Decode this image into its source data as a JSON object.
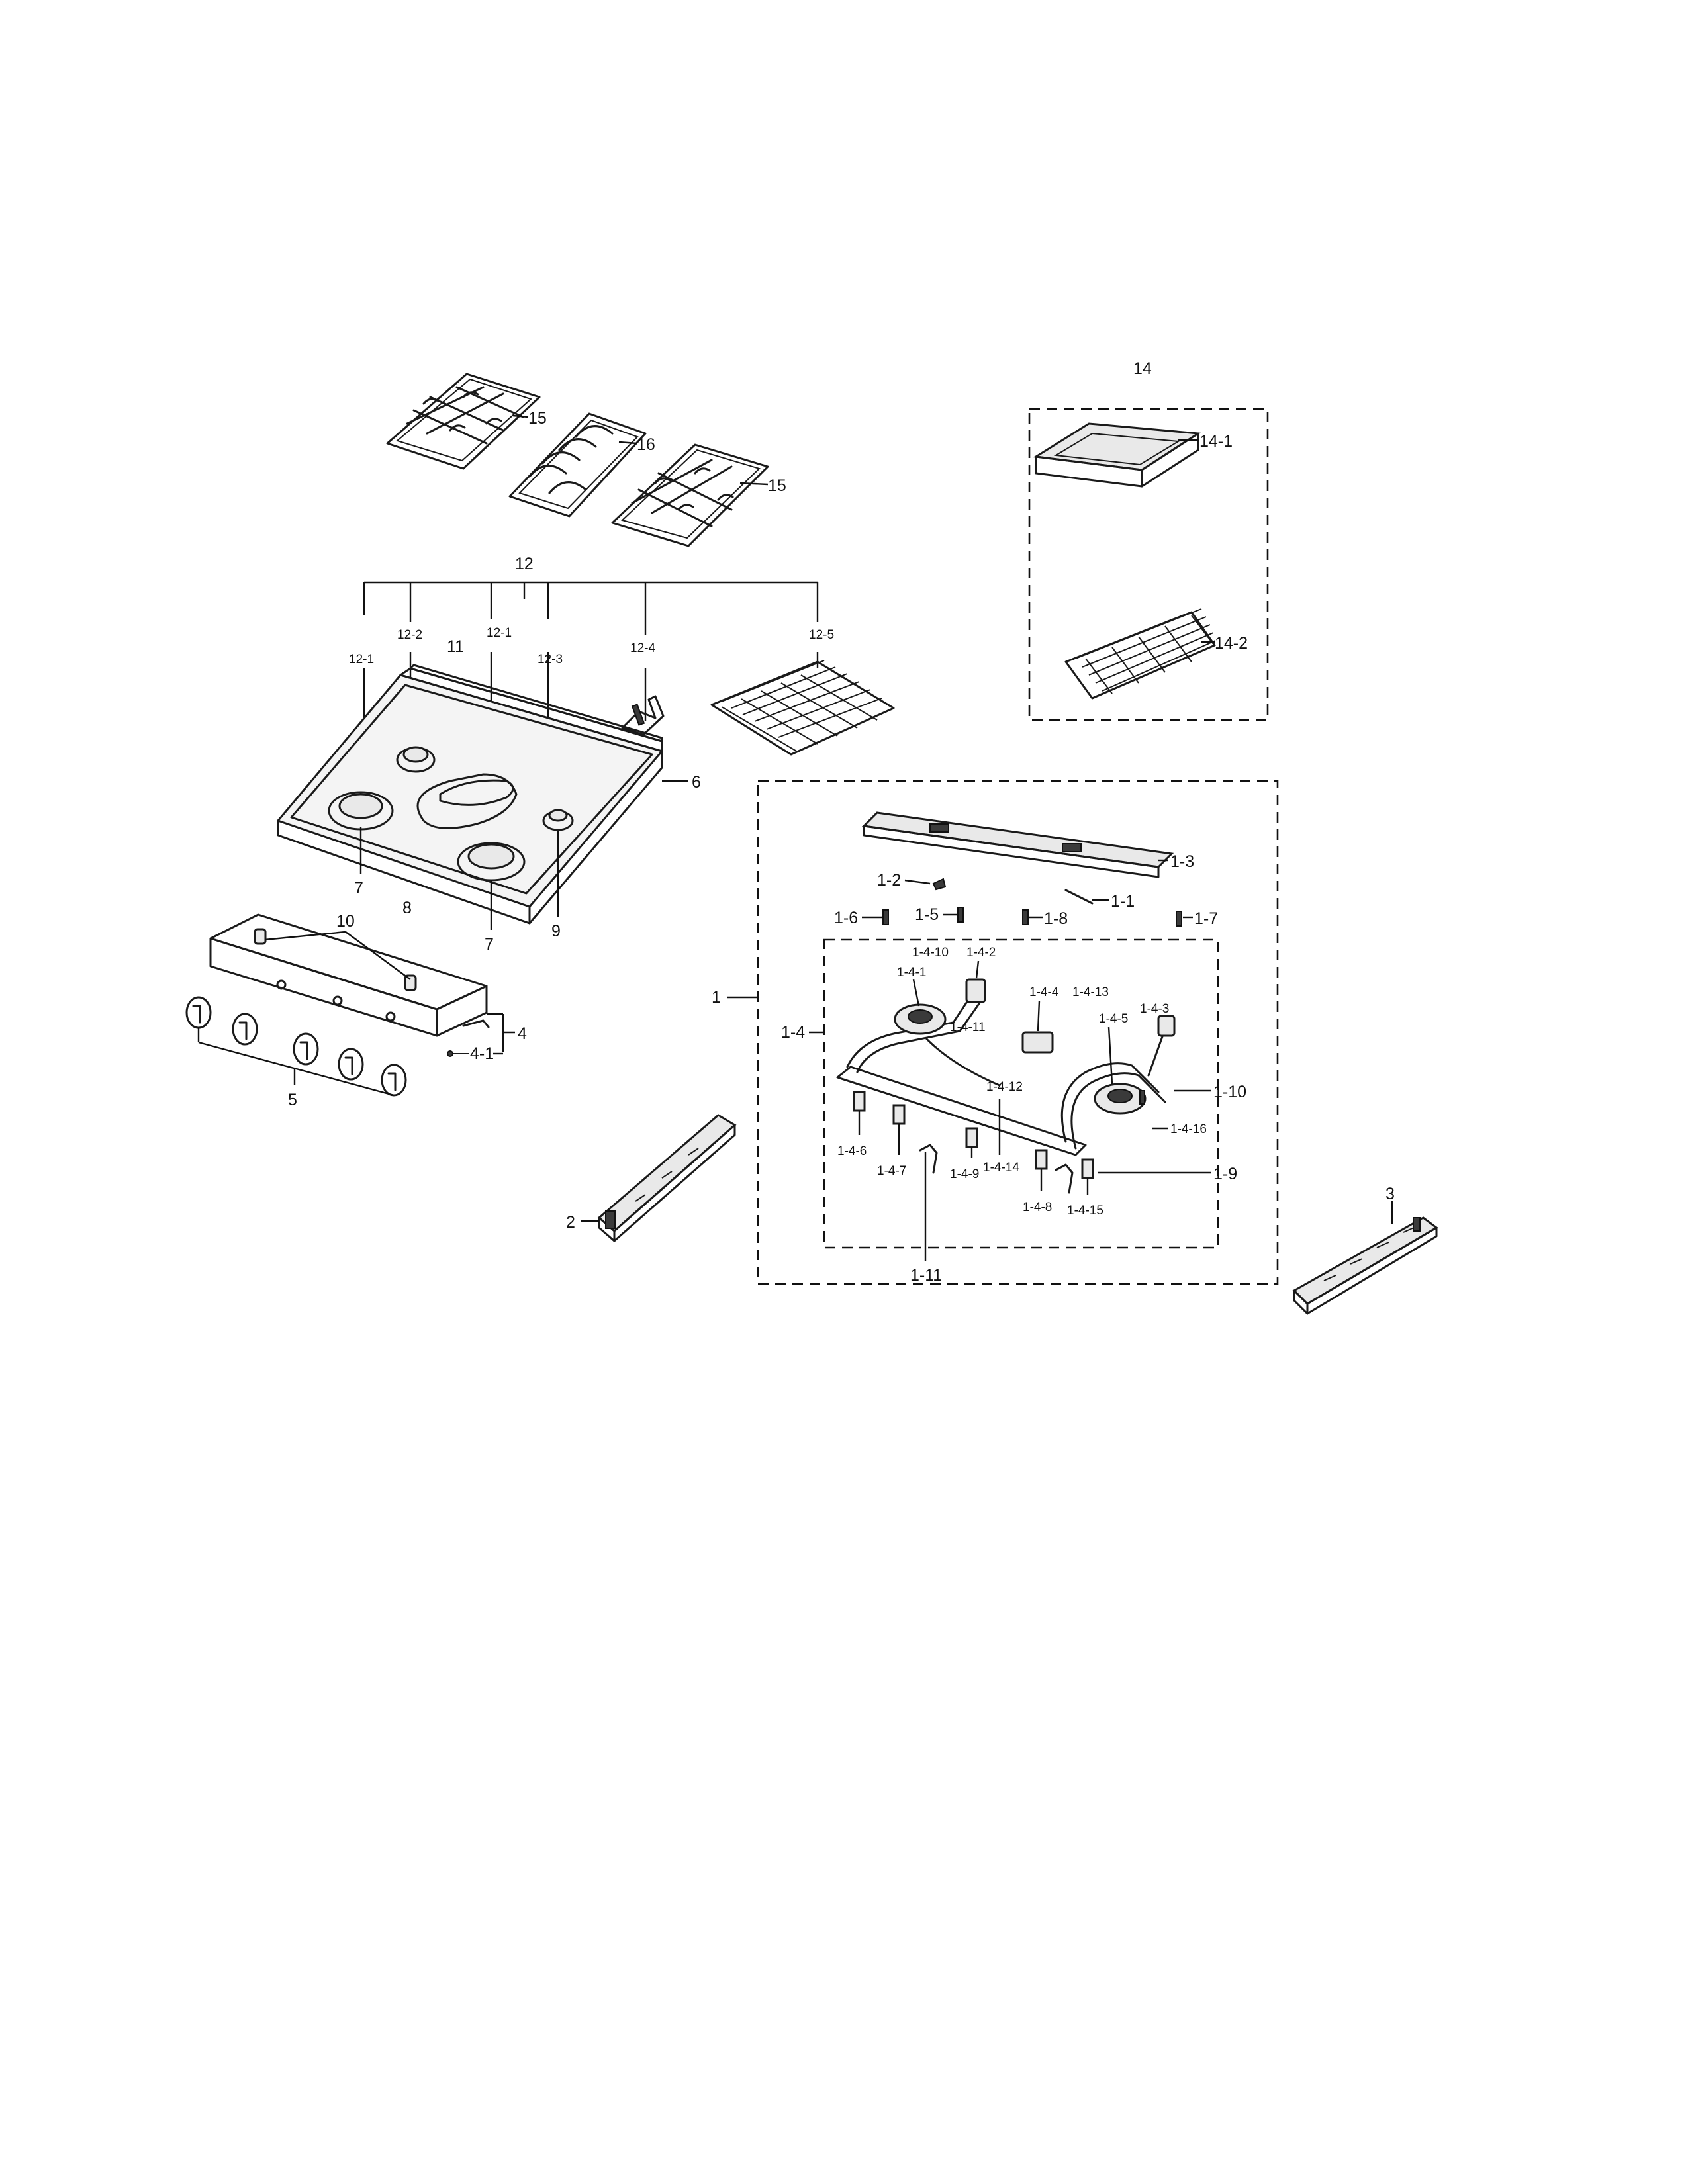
{
  "labels": {
    "p1": "1",
    "p1_1": "1-1",
    "p1_2": "1-2",
    "p1_3": "1-3",
    "p1_4": "1-4",
    "p1_4_1": "1-4-1",
    "p1_4_2": "1-4-2",
    "p1_4_3": "1-4-3",
    "p1_4_4": "1-4-4",
    "p1_4_5": "1-4-5",
    "p1_4_6": "1-4-6",
    "p1_4_7": "1-4-7",
    "p1_4_8": "1-4-8",
    "p1_4_9": "1-4-9",
    "p1_4_10": "1-4-10",
    "p1_4_11": "1-4-11",
    "p1_4_12": "1-4-12",
    "p1_4_13": "1-4-13",
    "p1_4_14": "1-4-14",
    "p1_4_15": "1-4-15",
    "p1_4_16": "1-4-16",
    "p1_5": "1-5",
    "p1_6": "1-6",
    "p1_7": "1-7",
    "p1_8": "1-8",
    "p1_9": "1-9",
    "p1_10": "1-10",
    "p1_11": "1-11",
    "p2": "2",
    "p3": "3",
    "p4": "4",
    "p4_1": "4-1",
    "p5": "5",
    "p6": "6",
    "p7": "7",
    "p8": "8",
    "p9": "9",
    "p10": "10",
    "p11": "11",
    "p12": "12",
    "p12_1": "12-1",
    "p12_2": "12-2",
    "p12_3": "12-3",
    "p12_4": "12-4",
    "p12_5": "12-5",
    "p14": "14",
    "p14_1": "14-1",
    "p14_2": "14-2",
    "p15": "15",
    "p16": "16"
  }
}
